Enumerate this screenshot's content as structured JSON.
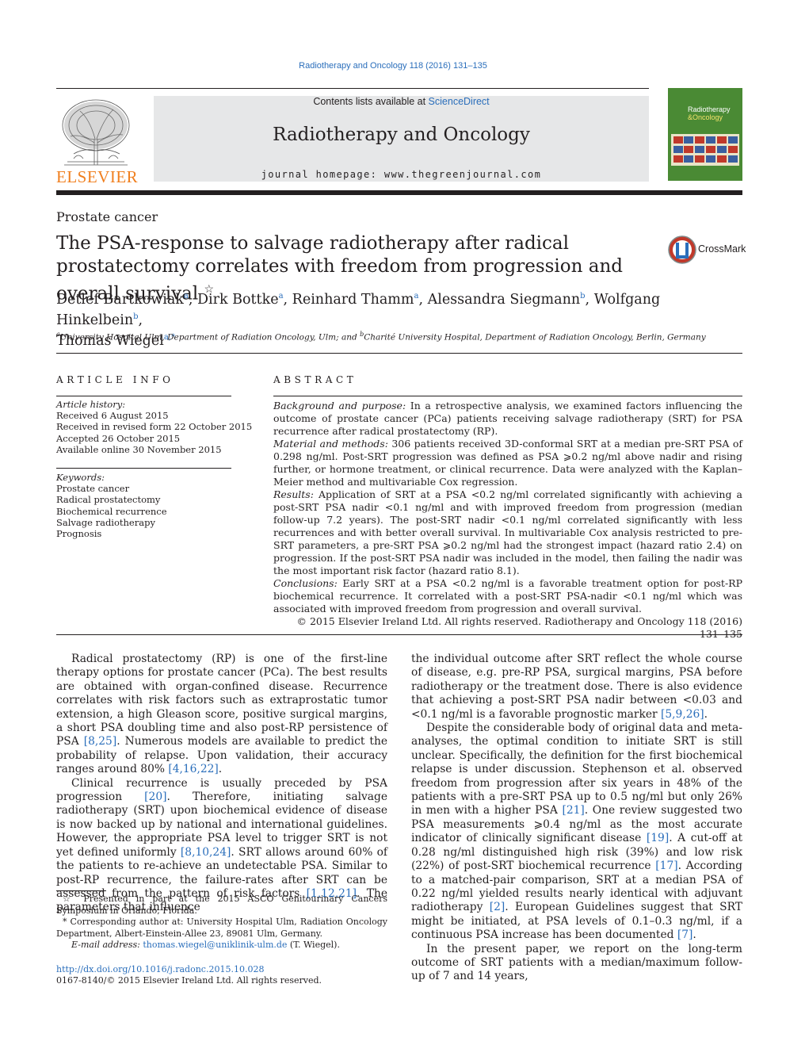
{
  "header": {
    "journal_citation": "Radiotherapy and Oncology 118 (2016) 131–135",
    "contents_prefix": "Contents lists available at ",
    "contents_link": "ScienceDirect",
    "journal_title": "Radiotherapy and Oncology",
    "homepage": "journal homepage: www.thegreenjournal.com",
    "publisher_logo": "ELSEVIER",
    "cover_title_line1": "Radiotherapy",
    "cover_title_line2": "&Oncology",
    "crossmark": "CrossMark"
  },
  "article": {
    "section": "Prostate cancer",
    "title": "The PSA-response to salvage radiotherapy after radical prostatectomy correlates with freedom from progression and overall survival",
    "title_mark": "☆",
    "authors": [
      {
        "name": "Detlef Bartkowiak",
        "aff": "a"
      },
      {
        "name": "Dirk Bottke",
        "aff": "a"
      },
      {
        "name": "Reinhard Thamm",
        "aff": "a"
      },
      {
        "name": "Alessandra Siegmann",
        "aff": "b"
      },
      {
        "name": "Wolfgang Hinkelbein",
        "aff": "b"
      },
      {
        "name": "Thomas Wiegel",
        "aff": "a,*"
      }
    ],
    "affil_a_mark": "a",
    "affil_a": "University Hospital Ulm, Department of Radiation Oncology, Ulm; and",
    "affil_b_mark": "b",
    "affil_b": "Charité University Hospital, Department of Radiation Oncology, Berlin, Germany"
  },
  "article_info": {
    "heading": "ARTICLE INFO",
    "history_label": "Article history:",
    "received": "Received 6 August 2015",
    "revised": "Received in revised form 22 October 2015",
    "accepted": "Accepted 26 October 2015",
    "online": "Available online 30 November 2015",
    "keywords_label": "Keywords:",
    "keywords": [
      "Prostate cancer",
      "Radical prostatectomy",
      "Biochemical recurrence",
      "Salvage radiotherapy",
      "Prognosis"
    ]
  },
  "abstract": {
    "heading": "ABSTRACT",
    "bp_label": "Background and purpose:",
    "bp_text": "In a retrospective analysis, we examined factors influencing the outcome of prostate cancer (PCa) patients receiving salvage radiotherapy (SRT) for PSA recurrence after radical prostatectomy (RP).",
    "mm_label": "Material and methods:",
    "mm_text": "306 patients received 3D-conformal SRT at a median pre-SRT PSA of 0.298 ng/ml. Post-SRT progression was defined as PSA ⩾0.2 ng/ml above nadir and rising further, or hormone treatment, or clinical recurrence. Data were analyzed with the Kaplan–Meier method and multivariable Cox regression.",
    "res_label": "Results:",
    "res_text": "Application of SRT at a PSA <0.2 ng/ml correlated significantly with achieving a post-SRT PSA nadir <0.1 ng/ml and with improved freedom from progression (median follow-up 7.2 years). The post-SRT nadir <0.1 ng/ml correlated significantly with less recurrences and with better overall survival. In multivariable Cox analysis restricted to pre-SRT parameters, a pre-SRT PSA ⩾0.2 ng/ml had the strongest impact (hazard ratio 2.4) on progression. If the post-SRT PSA nadir was included in the model, then failing the nadir was the most important risk factor (hazard ratio 8.1).",
    "con_label": "Conclusions:",
    "con_text": "Early SRT at a PSA <0.2 ng/ml is a favorable treatment option for post-RP biochemical recurrence. It correlated with a post-SRT PSA-nadir <0.1 ng/ml which was associated with improved freedom from progression and overall survival.",
    "copyright": "© 2015 Elsevier Ireland Ltd. All rights reserved. Radiotherapy and Oncology 118 (2016) 131–135"
  },
  "body": {
    "left_p1_a": "Radical prostatectomy (RP) is one of the first-line therapy options for prostate cancer (PCa). The best results are obtained with organ-confined disease. Recurrence correlates with risk factors such as extraprostatic tumor extension, a high Gleason score, positive surgical margins, a short PSA doubling time and also post-RP persistence of PSA ",
    "left_p1_ref1": "[8,25]",
    "left_p1_b": ". Numerous models are available to predict the probability of relapse. Upon validation, their accuracy ranges around 80% ",
    "left_p1_ref2": "[4,16,22]",
    "left_p1_c": ".",
    "left_p2_a": "Clinical recurrence is usually preceded by PSA progression ",
    "left_p2_ref1": "[20]",
    "left_p2_b": ". Therefore, initiating salvage radiotherapy (SRT) upon biochemical evidence of disease is now backed up by national and international guidelines. However, the appropriate PSA level to trigger SRT is not yet defined uniformly ",
    "left_p2_ref2": "[8,10,24]",
    "left_p2_c": ". SRT allows around 60% of the patients to re-achieve an undetectable PSA. Similar to post-RP recurrence, the failure-rates after SRT can be assessed from the pattern of risk factors ",
    "left_p2_ref3": "[1,12,21]",
    "left_p2_d": ". The parameters that influence",
    "right_p1_a": "the individual outcome after SRT reflect the whole course of disease, e.g. pre-RP PSA, surgical margins, PSA before radiotherapy or the treatment dose. There is also evidence that achieving a post-SRT PSA nadir between <0.03 and <0.1 ng/ml is a favorable prognostic marker ",
    "right_p1_ref1": "[5,9,26]",
    "right_p1_b": ".",
    "right_p2_a": "Despite the considerable body of original data and meta-analyses, the optimal condition to initiate SRT is still unclear. Specifically, the definition for the first biochemical relapse is under discussion. Stephenson et al. observed freedom from progression after six years in 48% of the patients with a pre-SRT PSA up to 0.5 ng/ml but only 26% in men with a higher PSA ",
    "right_p2_ref1": "[21]",
    "right_p2_b": ". One review suggested two PSA measurements ⩾0.4 ng/ml as the most accurate indicator of clinically significant disease ",
    "right_p2_ref2": "[19]",
    "right_p2_c": ". A cut-off at 0.28 ng/ml distinguished high risk (39%) and low risk (22%) of post-SRT biochemical recurrence ",
    "right_p2_ref3": "[17]",
    "right_p2_d": ". According to a matched-pair comparison, SRT at a median PSA of 0.22 ng/ml yielded results nearly identical with adjuvant radiotherapy ",
    "right_p2_ref4": "[2]",
    "right_p2_e": ". European Guidelines suggest that SRT might be initiated, at PSA levels of 0.1–0.3 ng/ml, if a continuous PSA increase has been documented ",
    "right_p2_ref5": "[7]",
    "right_p2_f": ".",
    "right_p3": "In the present paper, we report on the long-term outcome of SRT patients with a median/maximum follow-up of 7 and 14 years,"
  },
  "footnotes": {
    "fn1_mark": "☆",
    "fn1": "Presented in part at the 2015 ASCO Genitourinary Cancers Symposium in Orlando, Florida.",
    "fn2_mark": "*",
    "fn2": "Corresponding author at: University Hospital Ulm, Radiation Oncology Department, Albert-Einstein-Allee 23, 89081 Ulm, Germany.",
    "email_label": "E-mail address:",
    "email": "thomas.wiegel@uniklinik-ulm.de",
    "email_suffix": " (T. Wiegel).",
    "doi": "http://dx.doi.org/10.1016/j.radonc.2015.10.028",
    "issn": "0167-8140/© 2015 Elsevier Ireland Ltd. All rights reserved."
  },
  "colors": {
    "link": "#2a6ebb",
    "elsevier_orange": "#f07f1e",
    "cover_green": "#4a8a34",
    "header_gray": "#e6e7e8"
  },
  "icons": [
    "elsevier-tree-logo",
    "journal-cover-image",
    "crossmark-icon"
  ]
}
